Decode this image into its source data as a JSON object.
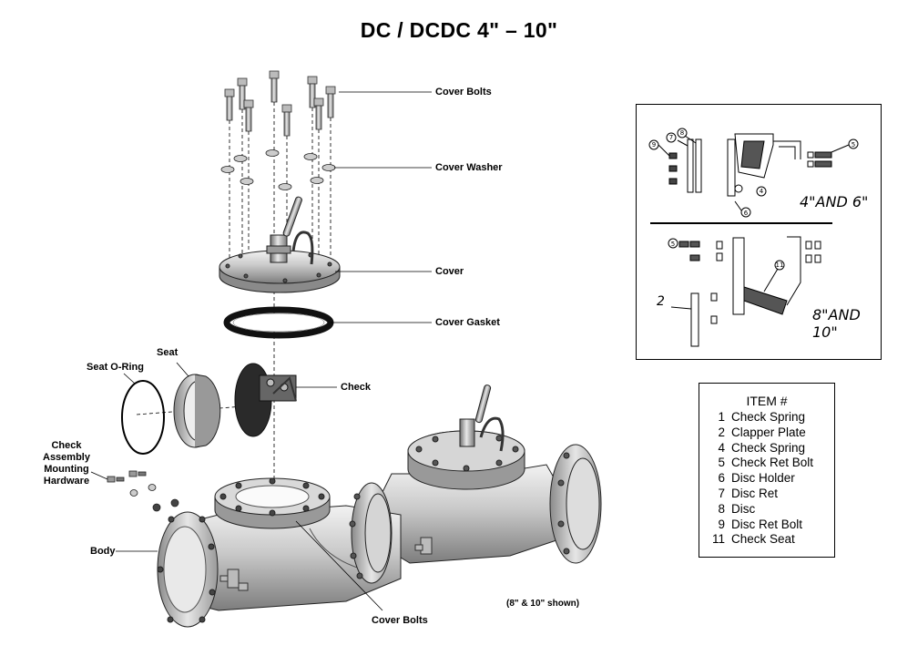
{
  "title": "DC / DCDC  4\" – 10\"",
  "callouts": {
    "cover_bolts_top": "Cover Bolts",
    "cover_washer": "Cover Washer",
    "cover": "Cover",
    "cover_gasket": "Cover Gasket",
    "check": "Check",
    "seat": "Seat",
    "seat_o_ring": "Seat O-Ring",
    "check_assembly_mounting_hardware": "Check Assembly\nMounting\nHardware",
    "body": "Body",
    "cover_bolts_bottom": "Cover Bolts"
  },
  "note": "(8\" & 10\" shown)",
  "inset": {
    "label_upper": "4\"AND 6\"",
    "label_lower": "8\"AND 10\"",
    "label_two": "2",
    "numbers": [
      "9",
      "7",
      "8",
      "5",
      "4",
      "6",
      "5",
      "11"
    ]
  },
  "legend": {
    "title": "ITEM #",
    "items": [
      {
        "num": "1",
        "name": "Check Spring"
      },
      {
        "num": "2",
        "name": "Clapper Plate"
      },
      {
        "num": "4",
        "name": "Check Spring"
      },
      {
        "num": "5",
        "name": "Check Ret Bolt"
      },
      {
        "num": "6",
        "name": "Disc Holder"
      },
      {
        "num": "7",
        "name": "Disc Ret"
      },
      {
        "num": "8",
        "name": "Disc"
      },
      {
        "num": "9",
        "name": "Disc Ret Bolt"
      },
      {
        "num": "11",
        "name": "Check Seat"
      }
    ]
  }
}
